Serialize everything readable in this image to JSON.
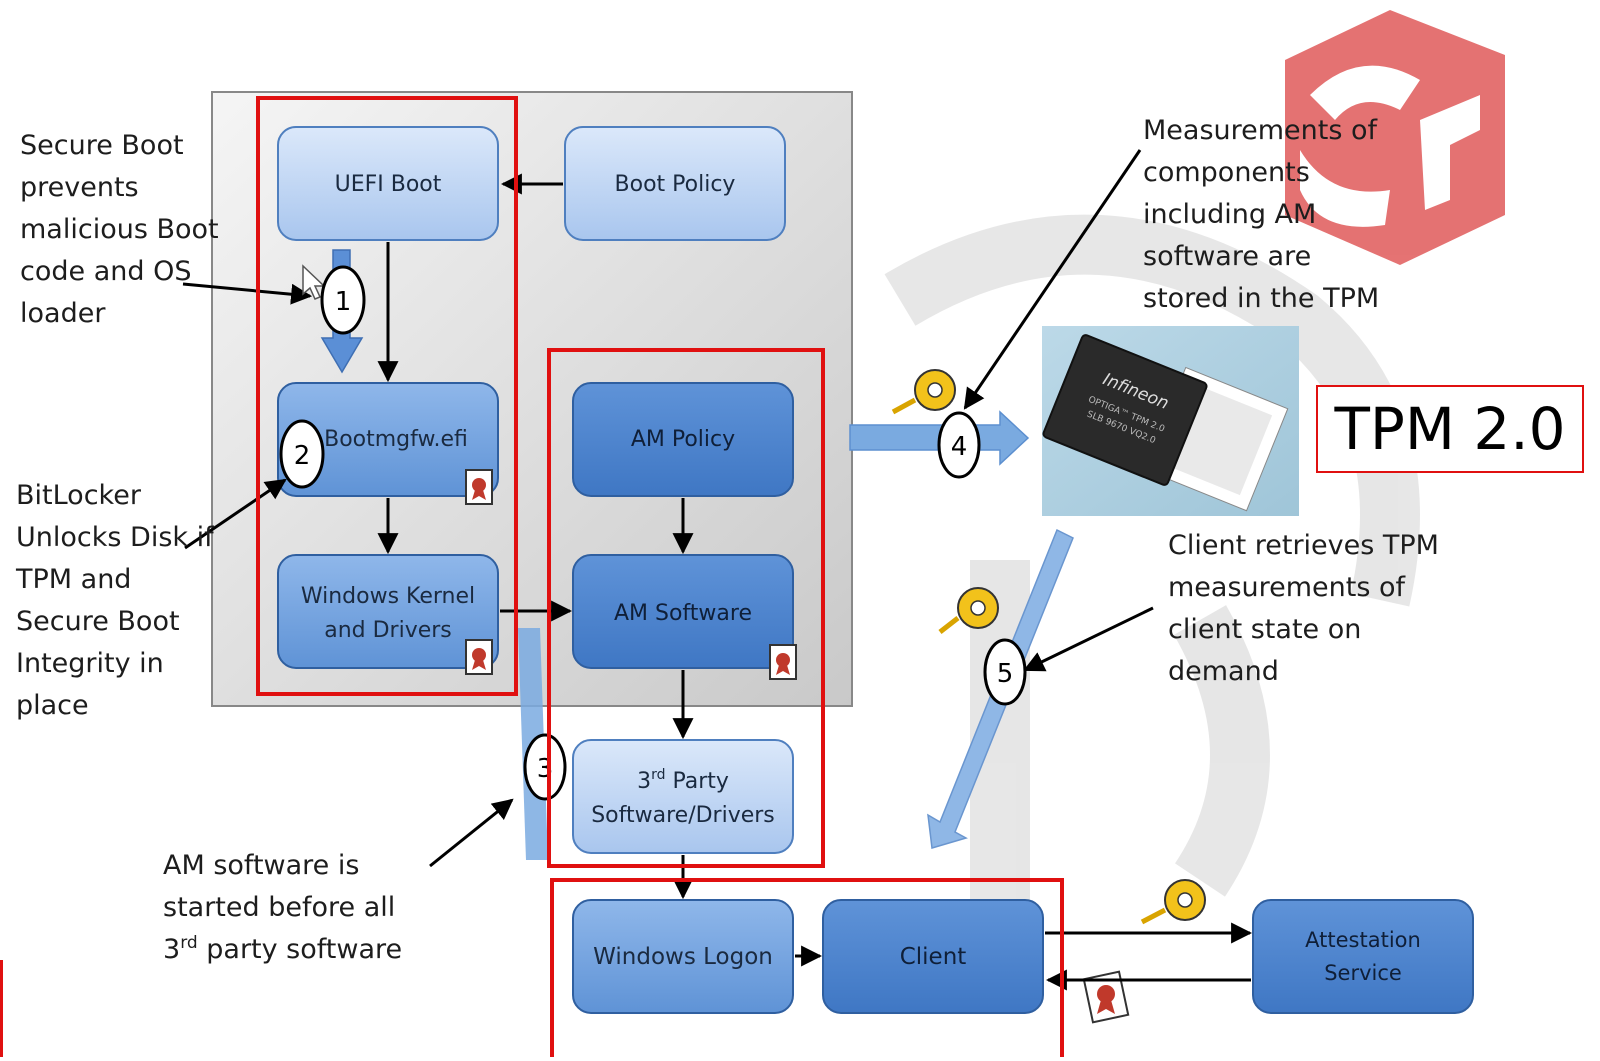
{
  "boxes": {
    "uefi_boot": "UEFI Boot",
    "boot_policy": "Boot Policy",
    "bootmgfw": "Bootmgfw.efi",
    "kernel_line1": "Windows Kernel",
    "kernel_line2": "and Drivers",
    "am_policy": "AM Policy",
    "am_software": "AM Software",
    "third_party_line1_num": "3",
    "third_party_line1_sup": "rd",
    "third_party_line1_rest": " Party",
    "third_party_line2": "Software/Drivers",
    "windows_logon": "Windows Logon",
    "client": "Client",
    "attestation_line1": "Attestation",
    "attestation_line2": "Service"
  },
  "steps": [
    "1",
    "2",
    "3",
    "4",
    "5"
  ],
  "notes": {
    "secure_boot": "Secure Boot\nprevents\nmalicious Boot\ncode and OS\nloader",
    "bitlocker": "BitLocker\nUnlocks Disk if\nTPM and\nSecure Boot\nIntegrity in\nplace",
    "am_started_1": "AM software is\nstarted before all",
    "am_started_2_num": "3",
    "am_started_2_sup": "rd",
    "am_started_2_rest": " party software",
    "measurements": "Measurements of\ncomponents\nincluding AM\nsoftware are\nstored in the TPM",
    "client_retrieves": "Client retrieves TPM\nmeasurements of\nclient state on\ndemand"
  },
  "chip": {
    "brand": "Infineon",
    "line1": "OPTIGA™ TPM 2.0",
    "line2": "SLB 9670 VQ2.0"
  },
  "tpm_label": "TPM 2.0",
  "colors": {
    "light_box": "#b9d3f2",
    "mid_box": "#6d9fdc",
    "dark_box": "#4f86cf",
    "highlight_red": "#e01010",
    "arrow_blue": "#6f9fd8"
  }
}
